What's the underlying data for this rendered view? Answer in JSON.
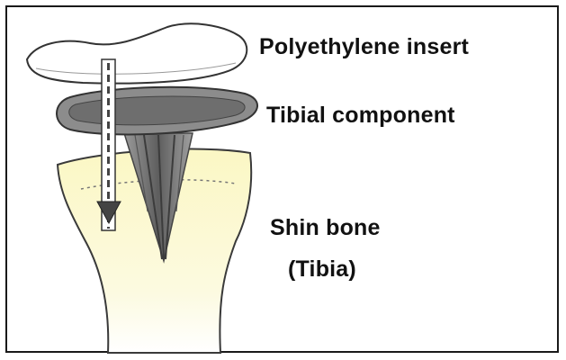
{
  "labels": {
    "insert": "Polyethylene insert",
    "tibial_component": "Tibial component",
    "shin_bone": "Shin bone",
    "tibia": "(Tibia)"
  },
  "colors": {
    "border": "#1a1a1a",
    "bone_fill": "#fbf7c0",
    "bone_edge": "#3a3a3a",
    "tray_fill": "#8a8a8a",
    "tray_dark": "#555555",
    "stem_fill": "#777777",
    "insert_fill": "#ffffff",
    "arrow": "#444444"
  }
}
